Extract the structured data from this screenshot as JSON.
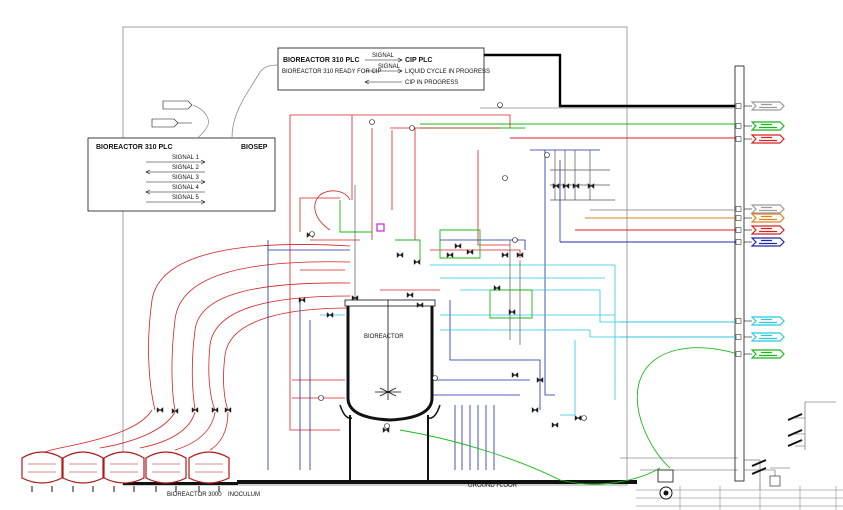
{
  "plc_box": {
    "title": "BIOREACTOR 310 PLC",
    "right_label": "BIOSEP",
    "signals": [
      "SIGNAL 1",
      "SIGNAL 2",
      "SIGNAL 3",
      "SIGNAL 4",
      "SIGNAL 5"
    ]
  },
  "cip_box": {
    "left_title": "BIOREACTOR 310 PLC",
    "right_title": "CIP PLC",
    "ready_label": "BIOREACTOR 310 READY FOR CIP",
    "liquid_label": "LIQUID CYCLE IN PROGRESS",
    "cip_label": "CIP IN PROGRESS",
    "signal_label": "SIGNAL"
  },
  "vessel_label": "BIOREACTOR",
  "floor_label": "GROUND FLOOR",
  "bottom_labels": {
    "left": "BIOREACTOR 3000",
    "right": "INOCULUM"
  },
  "colors": {
    "red": "#d62020",
    "green": "#18b818",
    "blue": "#1a2aa8",
    "cyan": "#28c8e0",
    "orange": "#e08020",
    "gray": "#9a9a9a",
    "magenta": "#d020d0",
    "black": "#111111"
  },
  "right_tags": [
    {
      "color": "gray",
      "icon": "utility-arrow-icon"
    },
    {
      "color": "green",
      "icon": "utility-arrow-icon"
    },
    {
      "color": "red",
      "icon": "utility-arrow-icon"
    },
    {
      "color": "gray",
      "icon": "utility-arrow-icon"
    },
    {
      "color": "orange",
      "icon": "utility-arrow-icon"
    },
    {
      "color": "red",
      "icon": "utility-arrow-icon"
    },
    {
      "color": "blue",
      "icon": "utility-arrow-icon"
    },
    {
      "color": "cyan",
      "icon": "utility-arrow-icon"
    },
    {
      "color": "cyan",
      "icon": "utility-arrow-icon"
    },
    {
      "color": "green",
      "icon": "utility-arrow-icon"
    }
  ]
}
